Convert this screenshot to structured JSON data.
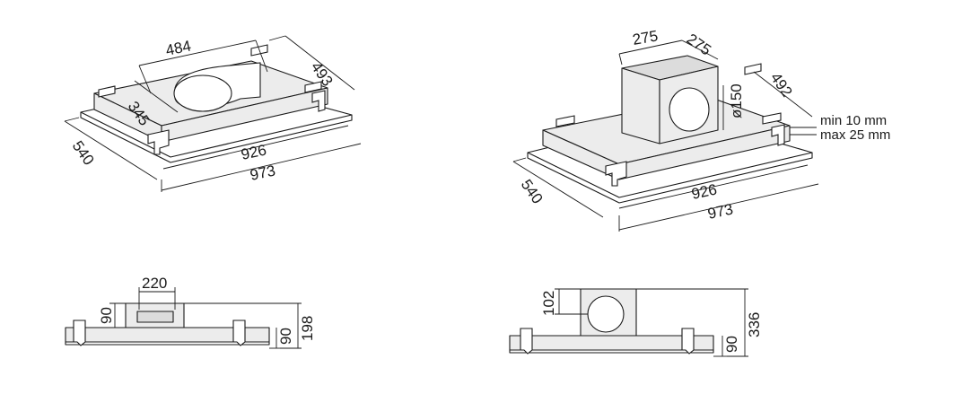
{
  "top_left": {
    "d_width_outer": "973",
    "d_width_inner": "926",
    "d_depth": "540",
    "d_duct_width": "484",
    "d_right_depth": "493",
    "d_duct_depth": "345"
  },
  "top_right": {
    "d_width_outer": "973",
    "d_width_inner": "926",
    "d_depth": "540",
    "d_right_depth": "492",
    "d_box_w": "275",
    "d_box_d": "275",
    "d_diameter": "ø150",
    "note_min": "min 10 mm",
    "note_max": "max 25 mm"
  },
  "bottom_left": {
    "d_duct_w": "220",
    "d_duct_h": "90",
    "d_body_h": "90",
    "d_total_h": "198"
  },
  "bottom_right": {
    "d_box_h": "102",
    "d_body_h": "90",
    "d_total_h": "336"
  }
}
